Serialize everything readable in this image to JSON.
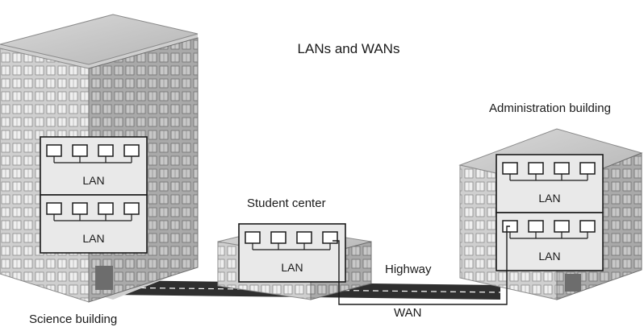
{
  "diagram": {
    "title": "LANs and WANs",
    "buildings": {
      "science": {
        "label": "Science building",
        "lans": [
          "LAN",
          "LAN"
        ]
      },
      "student": {
        "label": "Student center",
        "lans": [
          "LAN"
        ]
      },
      "admin": {
        "label": "Administration building",
        "lans": [
          "LAN",
          "LAN"
        ]
      }
    },
    "highway_label": "Highway",
    "wan_label": "WAN"
  }
}
